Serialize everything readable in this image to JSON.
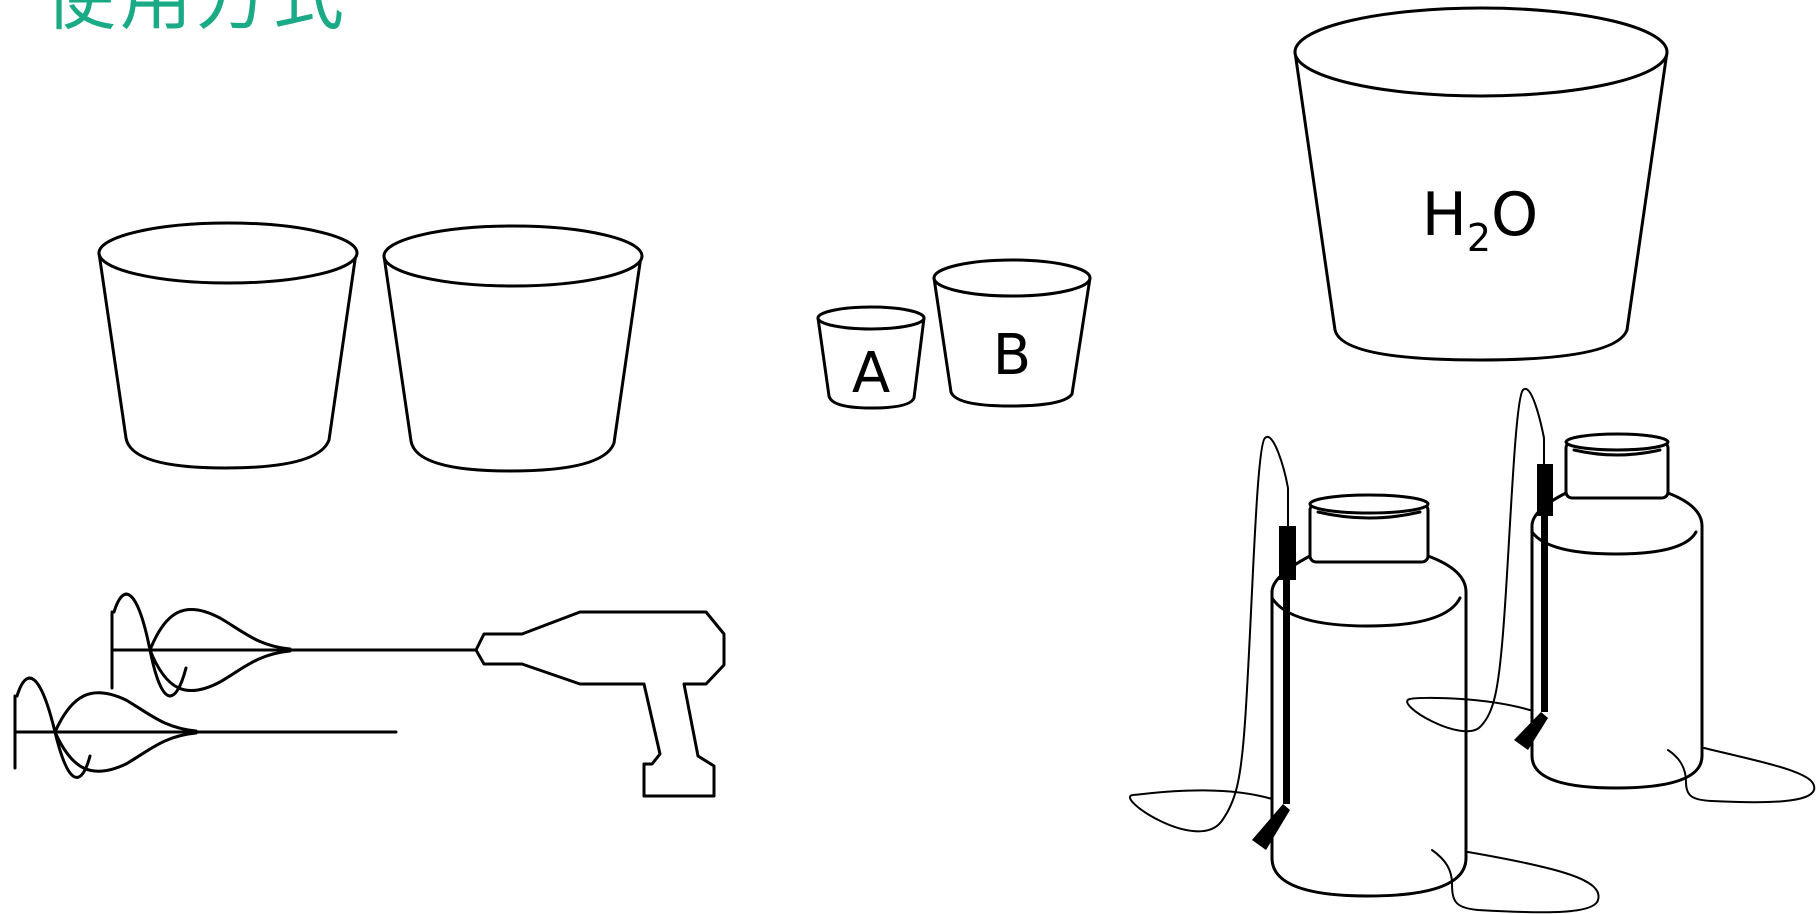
{
  "title": {
    "text": "使用方式",
    "color": "#1aaa86"
  },
  "bucket_a": {
    "label": "A"
  },
  "bucket_b": {
    "label": "B"
  },
  "water_bucket": {
    "label_main": "H",
    "label_subscript": "2",
    "label_end": "O"
  }
}
